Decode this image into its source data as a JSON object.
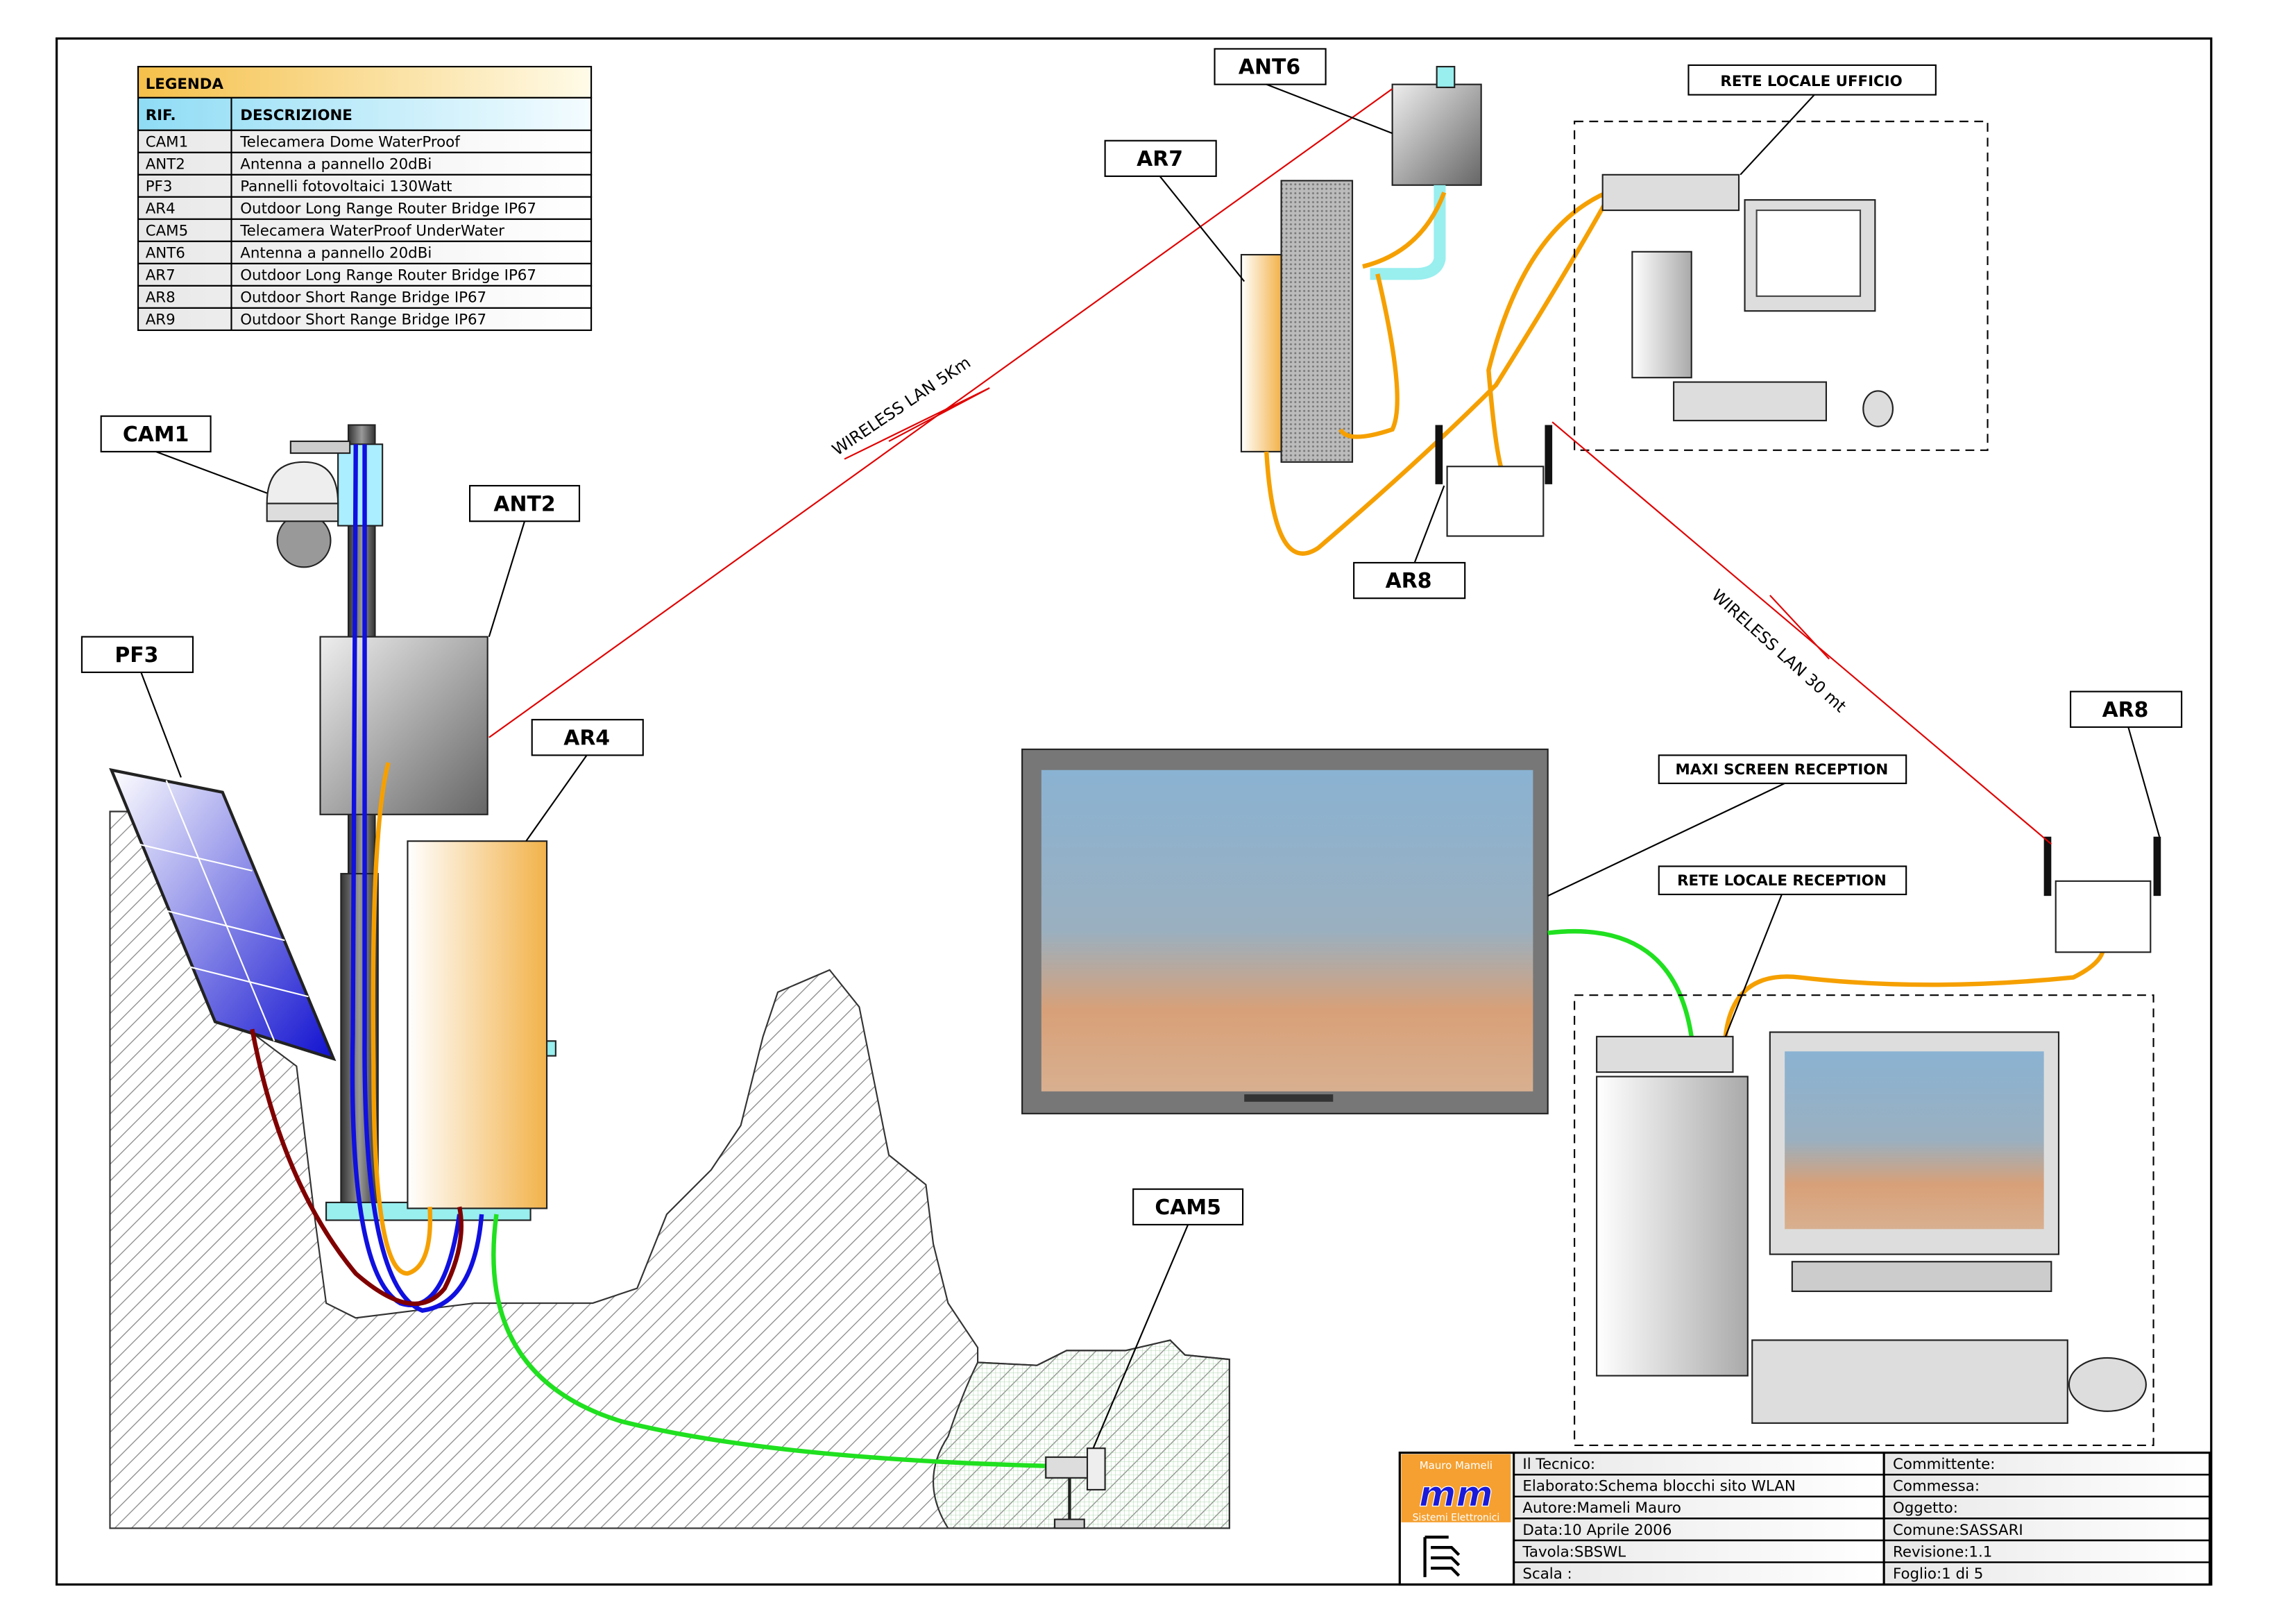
{
  "legend": {
    "title": "LEGENDA",
    "headers": {
      "ref": "RIF.",
      "desc": "DESCRIZIONE"
    },
    "rows": [
      {
        "ref": "CAM1",
        "desc": "Telecamera  Dome WaterProof"
      },
      {
        "ref": "ANT2",
        "desc": "Antenna a pannello 20dBi"
      },
      {
        "ref": "PF3",
        "desc": "Pannelli fotovoltaici 130Watt"
      },
      {
        "ref": "AR4",
        "desc": "Outdoor Long Range Router Bridge  IP67"
      },
      {
        "ref": "CAM5",
        "desc": "Telecamera  WaterProof UnderWater"
      },
      {
        "ref": "ANT6",
        "desc": "Antenna a pannello 20dBi"
      },
      {
        "ref": "AR7",
        "desc": "Outdoor Long Range Router Bridge  IP67"
      },
      {
        "ref": "AR8",
        "desc": "Outdoor Short Range Bridge  IP67"
      },
      {
        "ref": "AR9",
        "desc": "Outdoor Short Range Bridge  IP67"
      }
    ]
  },
  "callouts": {
    "ant6": "ANT6",
    "ar7": "AR7",
    "rete_ufficio": "RETE LOCALE UFFICIO",
    "cam1": "CAM1",
    "ant2": "ANT2",
    "pf3": "PF3",
    "ar4": "AR4",
    "ar8_office": "AR8",
    "ar8_reception": "AR8",
    "maxi_screen": "MAXI SCREEN RECEPTION",
    "rete_reception": "RETE LOCALE RECEPTION",
    "cam5": "CAM5"
  },
  "links": {
    "wireless_5km": "WIRELESS LAN 5Km",
    "wireless_30m": "WIRELESS LAN 30 mt"
  },
  "title_block": {
    "logo": {
      "top": "Mauro Mameli",
      "mark": "mm",
      "bottom": "Sistemi Elettronici"
    },
    "left": [
      "Il Tecnico:",
      "Elaborato:Schema blocchi sito WLAN",
      "Autore:Mameli Mauro",
      "Data:10 Aprile 2006",
      "Tavola:SBSWL",
      "Scala :"
    ],
    "right": [
      "Committente:",
      "Commessa:",
      "Oggetto:",
      "Comune:SASSARI",
      "Revisione:1.1",
      "Foglio:1 di 5"
    ]
  },
  "colors": {
    "wireless": "#e00000",
    "cable_orange": "#f5a000",
    "cable_blue": "#1010e0",
    "cable_green": "#20e020",
    "cable_darkred": "#800000",
    "logo_bg": "#f5a030"
  }
}
